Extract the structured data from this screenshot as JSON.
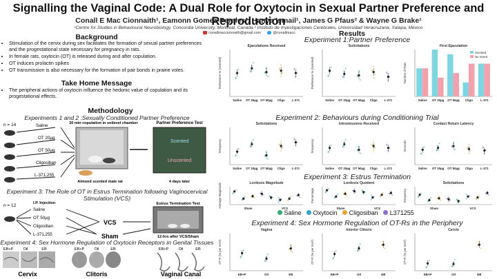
{
  "header": {
    "title": "Signalling the Vaginal Code: A Dual Role for Oxytocin in Sexual Partner Preference and Reproduction",
    "authors": "Conall E Mac Cionnaith¹, Eamonn Gomez-Perales¹, Hanya Ismail¹, James G Pfaus² & Wayne G Brake¹",
    "affiliations": "¹Centre for Studies in Behavioural Neurobiology, Concordia University, Montréal, Canada ² Instituto de Investigaciones Cerebrales, Universidad Veracruzana, Xalapa, México",
    "email": "conallmaccionnaith@gmail.com",
    "twitter": "@conallmacc"
  },
  "background": {
    "heading": "Background",
    "bullets": [
      "Stimulation of the cervix during sex facilitates the formation of sexual partner preferences and the progestational state necessary for pregnancy in rats.",
      "In female rats, oxytocin (OT) is released during and after copulation.",
      "OT induces prolactin spikes",
      "OT transmission is also necessary for the formation of pair bonds in prairie voles."
    ]
  },
  "take_home": {
    "heading": "Take Home Message",
    "bullets": [
      "The peripheral actions of oxytocin influence the hedonic value of copulation and its progestational effects."
    ]
  },
  "methodology": {
    "heading": "Methodology",
    "exp12": "Experiments 1 and 2 :Sexually Conditioned Partner Preference",
    "n1": "n = 14",
    "groups1": [
      "Saline",
      "OT 20µg",
      "OT 50µg",
      "Cligosiban",
      "L-371,255"
    ],
    "copulation": "30 min copulation in unilevel chamber",
    "ppt": "Partner Preference Test",
    "scented": "Scented",
    "unscented": "Unscented",
    "almond": "Almond scented male rat",
    "four_days": "4 days later",
    "exp3": "Experiment 3: The Role of OT in Estrus Termination following Vaginocervical Stimulation (VCS)",
    "n2": "n = 12",
    "ip": "I.P. Injection",
    "groups2": [
      "Saline",
      "OT 50µg",
      "Cligosiban",
      "L-371,255"
    ],
    "vcs": "VCS",
    "sham": "Sham",
    "estrus_test": "Estrus Termination Test",
    "after": "12-hrs after VCS/Sham",
    "exp4": "Experiment 4: Sex Hormone Regulation of Oxytocin Receptors in Genital Tissues",
    "tissues": [
      {
        "name": "Cervix",
        "groups": [
          "EB+P",
          "Oil",
          "EB"
        ]
      },
      {
        "name": "Clitoris",
        "groups": [
          "EB+P",
          "Oil",
          "EB"
        ]
      },
      {
        "name": "Vaginal Canal",
        "groups": [
          "EB+P",
          "Oil",
          "EB"
        ]
      }
    ]
  },
  "results": {
    "heading": "Results",
    "exp1": "Experiment 1:Partner Preference",
    "exp2": "Experiment 2: Behaviours during Conditioning Trial",
    "exp3": "Experiment 3: Estrus Termination",
    "exp4": "Experiment 4: Sex Hormone Regulation of OT-Rs in the Periphery",
    "legend": [
      "Saline",
      "Oxytocin",
      "Cligosiban",
      "L371255"
    ],
    "legend_colors": [
      "#3aa776",
      "#35a2c9",
      "#e0a82e",
      "#8c6fd1"
    ]
  },
  "chart_data": [
    {
      "type": "scatter",
      "title": "Ejaculations Received",
      "ylabel": "Preference % (Scented)",
      "categories": [
        "Saline",
        "OT 20µg",
        "OT 50µg",
        "Cligo",
        "L-371"
      ],
      "ylim": [
        0,
        100
      ],
      "series": [
        {
          "values": [
            50,
            60,
            52,
            55,
            50
          ]
        }
      ]
    },
    {
      "type": "scatter",
      "title": "Solicitations",
      "ylabel": "Preference % (Scented)",
      "categories": [
        "Saline",
        "OT 20µg",
        "OT 50µg",
        "Cligo",
        "L-371"
      ],
      "ylim": [
        0,
        100
      ],
      "series": [
        {
          "values": [
            55,
            48,
            45,
            52,
            42
          ]
        }
      ]
    },
    {
      "type": "bar",
      "title": "First Ejaculation",
      "ylabel": "Number of Rats",
      "categories": [
        "Saline",
        "OT 20µg",
        "OT 50µg",
        "Cligo",
        "L-371"
      ],
      "ylim": [
        0,
        10
      ],
      "series": [
        {
          "name": "Scented",
          "values": [
            6,
            10,
            9,
            3,
            7
          ]
        },
        {
          "name": "No Scent",
          "values": [
            6,
            4,
            5,
            7,
            7
          ]
        }
      ]
    },
    {
      "type": "scatter",
      "title": "Solicitations",
      "ylabel": "Frequency",
      "categories": [
        "Saline",
        "OT 20µg",
        "OT 50µg",
        "Cligo",
        "L-371"
      ],
      "ylim": [
        0,
        100
      ],
      "series": [
        {
          "values": [
            35,
            55,
            25,
            50,
            60
          ]
        }
      ]
    },
    {
      "type": "scatter",
      "title": "Intromissions Received",
      "ylabel": "Frequency",
      "categories": [
        "Saline",
        "OT 20µg",
        "OT 50µg",
        "Cligo",
        "L-371"
      ],
      "ylim": [
        0,
        100
      ],
      "series": [
        {
          "values": [
            45,
            55,
            40,
            50,
            45
          ]
        }
      ]
    },
    {
      "type": "scatter",
      "title": "Contact Return Latency",
      "ylabel": "Seconds",
      "categories": [
        "Saline",
        "OT 20µg",
        "OT 50µg",
        "Cligo",
        "L-371"
      ],
      "ylim": [
        0,
        100
      ],
      "series": [
        {
          "values": [
            40,
            45,
            50,
            42,
            38
          ]
        }
      ]
    },
    {
      "type": "scatter",
      "title": "Lordosis Magnitude",
      "ylabel": "Average Magnitude",
      "categories": [
        "Sham",
        "VCS"
      ],
      "ylim": [
        0,
        3
      ],
      "series": [
        {
          "values": [
            2.2,
            1.0,
            1.4,
            1.8,
            1.2,
            0.8,
            1.0,
            1.6
          ]
        }
      ]
    },
    {
      "type": "scatter",
      "title": "Lordosis Quotient",
      "ylabel": "Percentage",
      "categories": [
        "Sham",
        "VCS"
      ],
      "ylim": [
        0,
        100
      ],
      "series": [
        {
          "values": [
            80,
            45,
            60,
            75,
            70,
            40,
            55,
            65
          ]
        }
      ]
    },
    {
      "type": "scatter",
      "title": "Solicitations",
      "ylabel": "Frequency",
      "categories": [
        "Sham",
        "VCS"
      ],
      "ylim": [
        0,
        40
      ],
      "series": [
        {
          "values": [
            22,
            10,
            14,
            12,
            8,
            18,
            16,
            26
          ]
        }
      ]
    },
    {
      "type": "scatter",
      "title": "Vagina",
      "ylabel": "OT-R (% per mm²)",
      "categories": [
        "EB+P",
        "Oil",
        "EB"
      ],
      "ylim": [
        0,
        400
      ],
      "series": [
        {
          "values": [
            190,
            130,
            240
          ]
        }
      ]
    },
    {
      "type": "scatter",
      "title": "Interior Clitoris",
      "ylabel": "OT-R (% per mm²)",
      "categories": [
        "EB+P",
        "Oil",
        "EB"
      ],
      "ylim": [
        0,
        400
      ],
      "series": [
        {
          "values": [
            180,
            240,
            280
          ]
        }
      ]
    },
    {
      "type": "scatter",
      "title": "Cervix",
      "ylabel": "OT-R (% per mm²)",
      "categories": [
        "EB+P",
        "Oil",
        "EB"
      ],
      "ylim": [
        0,
        1000
      ],
      "series": [
        {
          "values": [
            200,
            180,
            700
          ]
        }
      ]
    }
  ]
}
